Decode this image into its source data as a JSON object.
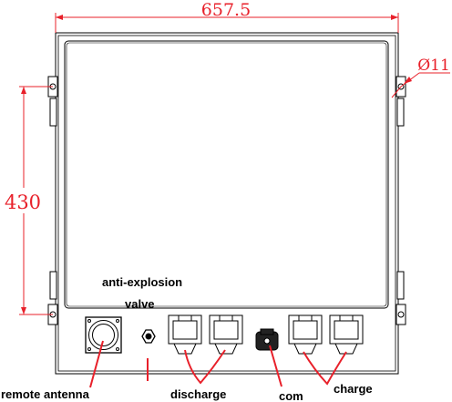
{
  "dimensions": {
    "width": "657.5",
    "height": "430",
    "hole_diameter": "Ø11"
  },
  "labels": {
    "remote_antenna": "remote antenna",
    "anti_explosion_line1": "anti-explosion",
    "anti_explosion_line2": "valve",
    "discharge": "discharge",
    "com": "com",
    "charge": "charge"
  },
  "colors": {
    "dimension": "#e8202a",
    "annotation_arrow": "#e8202a",
    "outline": "#000000"
  }
}
